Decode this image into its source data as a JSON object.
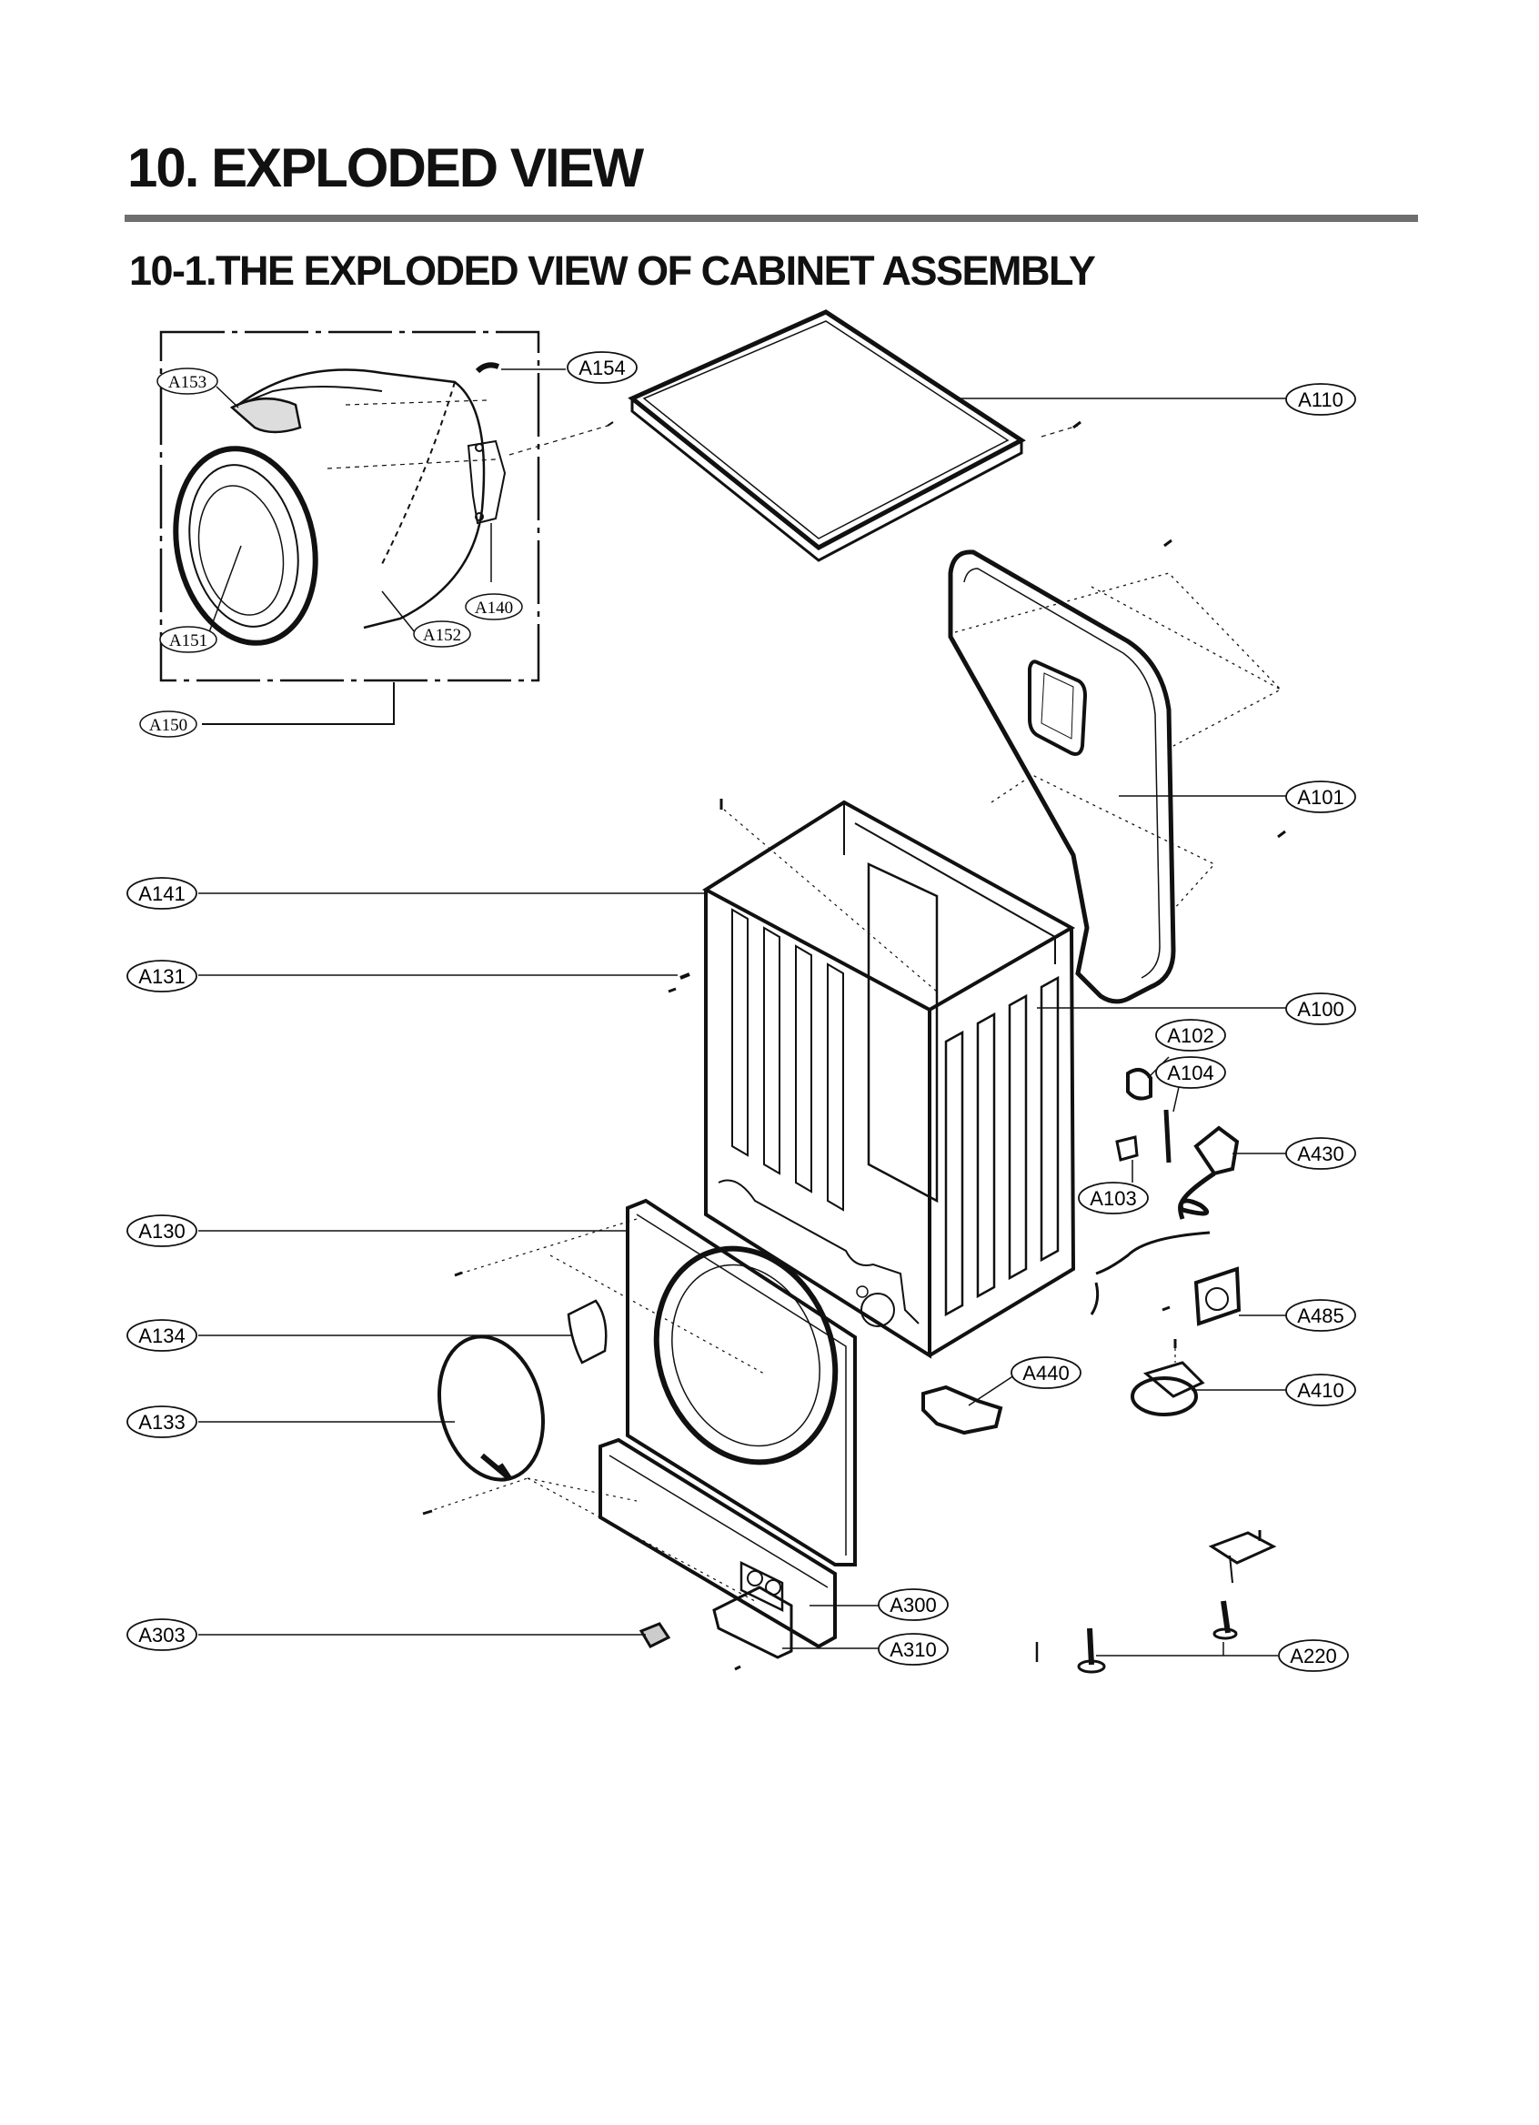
{
  "page": {
    "title": "10. EXPLODED VIEW",
    "section_title": "10-1.THE EXPLODED VIEW OF CABINET ASSEMBLY"
  },
  "callouts": {
    "A153": "A153",
    "A154": "A154",
    "A110": "A110",
    "A140": "A140",
    "A151": "A151",
    "A152": "A152",
    "A150": "A150",
    "A101": "A101",
    "A141": "A141",
    "A131": "A131",
    "A100": "A100",
    "A102": "A102",
    "A104": "A104",
    "A430": "A430",
    "A103": "A103",
    "A130": "A130",
    "A485": "A485",
    "A134": "A134",
    "A440": "A440",
    "A410": "A410",
    "A133": "A133",
    "A300": "A300",
    "A303": "A303",
    "A310": "A310",
    "A220": "A220"
  },
  "colors": {
    "ink": "#111111",
    "rule": "#6e6e6e",
    "background": "#ffffff"
  }
}
